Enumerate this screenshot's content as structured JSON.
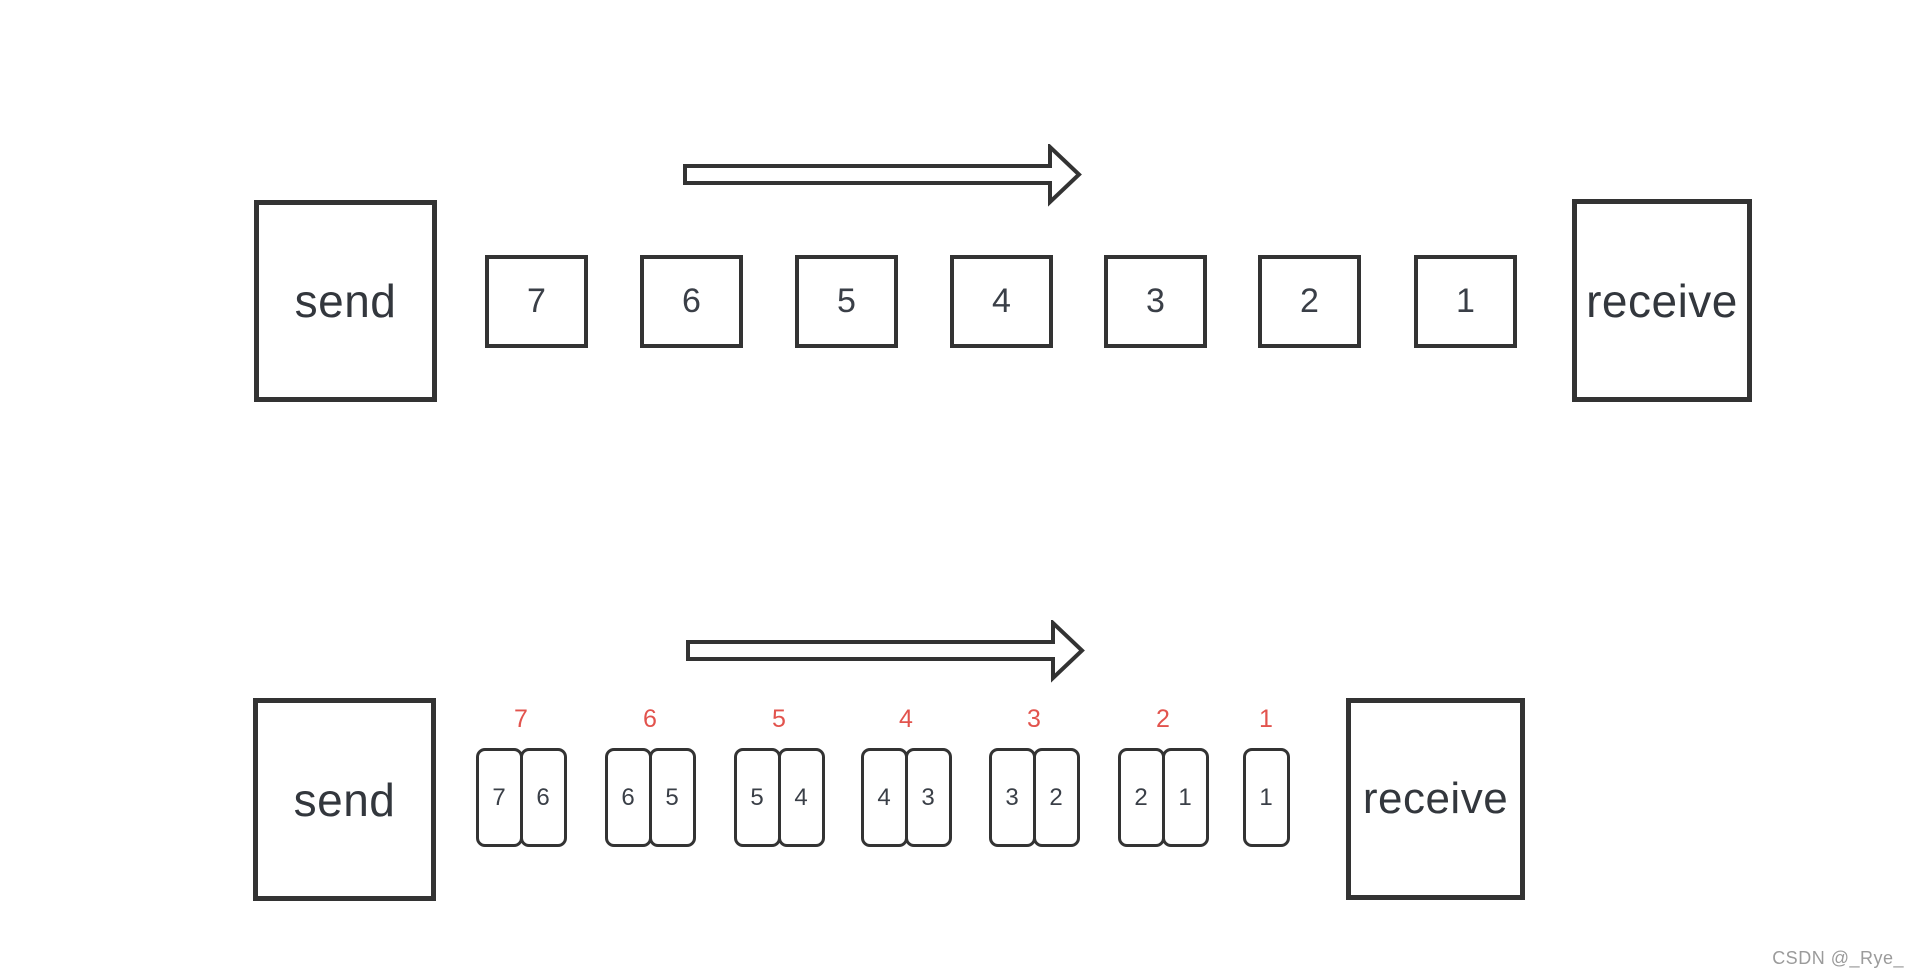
{
  "colors": {
    "stroke": "#333333",
    "digit_text": "#3a3f47",
    "endpoint_text": "#33373d",
    "frame_number_accent": "#e2534d",
    "background": "#ffffff",
    "watermark": "#9b9b9b"
  },
  "diagram_top": {
    "send_label": "send",
    "receive_label": "receive",
    "packets": [
      "7",
      "6",
      "5",
      "4",
      "3",
      "2",
      "1"
    ]
  },
  "diagram_bottom": {
    "send_label": "send",
    "receive_label": "receive",
    "groups": [
      {
        "label": "7",
        "cells": [
          "7",
          "6"
        ]
      },
      {
        "label": "6",
        "cells": [
          "6",
          "5"
        ]
      },
      {
        "label": "5",
        "cells": [
          "5",
          "4"
        ]
      },
      {
        "label": "4",
        "cells": [
          "4",
          "3"
        ]
      },
      {
        "label": "3",
        "cells": [
          "3",
          "2"
        ]
      },
      {
        "label": "2",
        "cells": [
          "2",
          "1"
        ]
      },
      {
        "label": "1",
        "cells": [
          "1"
        ]
      }
    ]
  },
  "watermark": {
    "text": "CSDN @_Rye_"
  }
}
